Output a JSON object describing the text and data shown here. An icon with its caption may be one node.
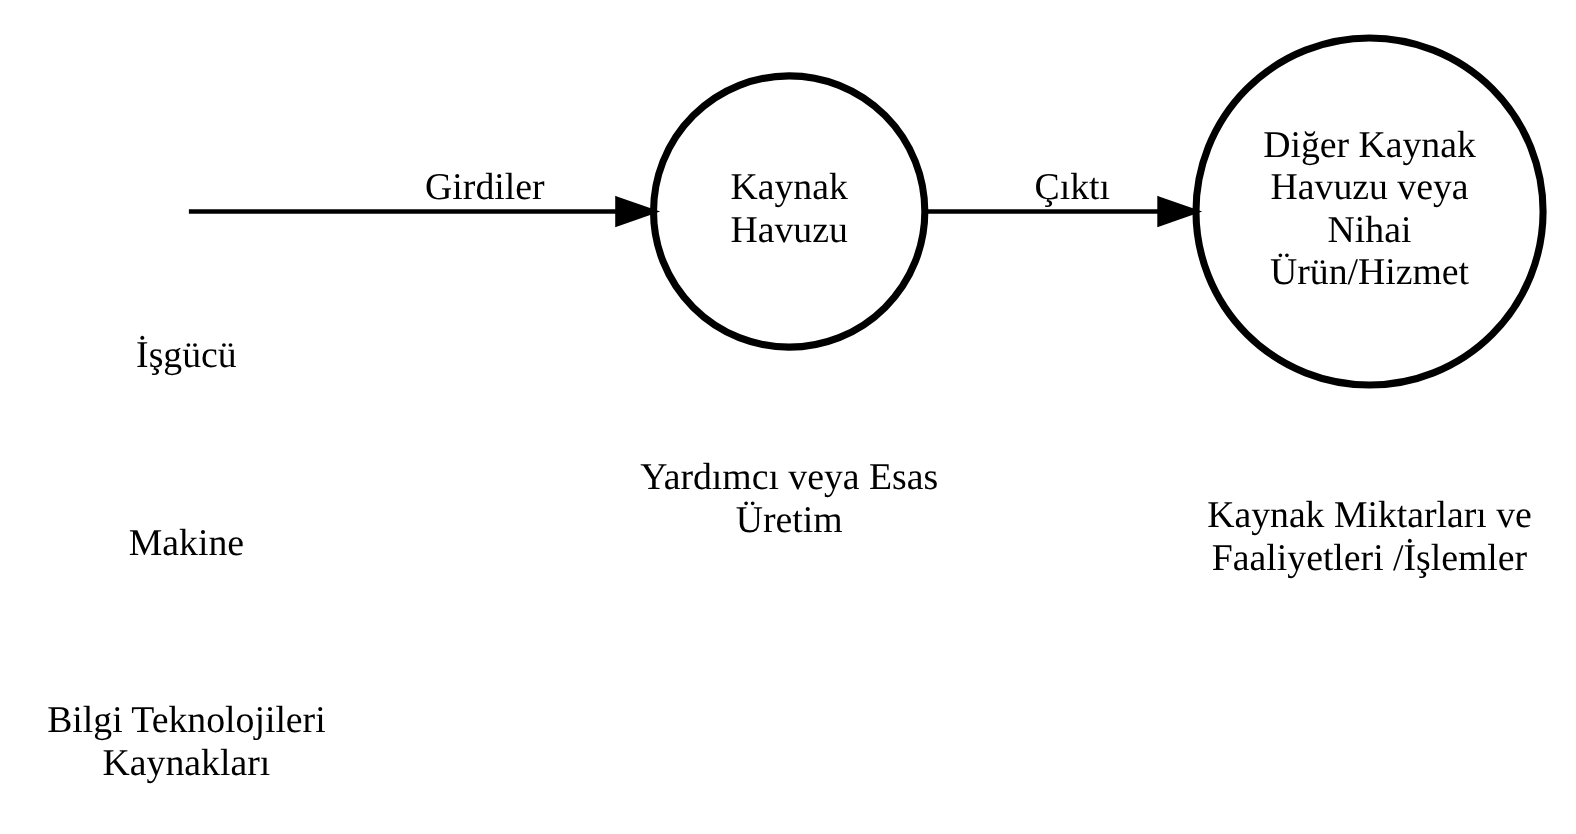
{
  "diagram": {
    "nodes": [
      {
        "text": [
          "Kaynak Havuzu"
        ]
      },
      {
        "text": [
          "Diğer Kaynak Havuzu veya Nihai Ürün/Hizmet"
        ]
      }
    ],
    "edges": [
      {
        "from": null,
        "to": 0,
        "arrow": "to",
        "label": "Girdiler"
      },
      {
        "from": 0,
        "to": 1,
        "arrow": "to",
        "label": "Çıktı"
      }
    ],
    "labels": [
      "İşgücü",
      "Makine",
      "Bilgi Teknolojileri Kaynakları",
      "Yardımcı veya Esas Üretim",
      "Kaynak Miktarları ve Faaliyetleri /İşlemler"
    ]
  }
}
